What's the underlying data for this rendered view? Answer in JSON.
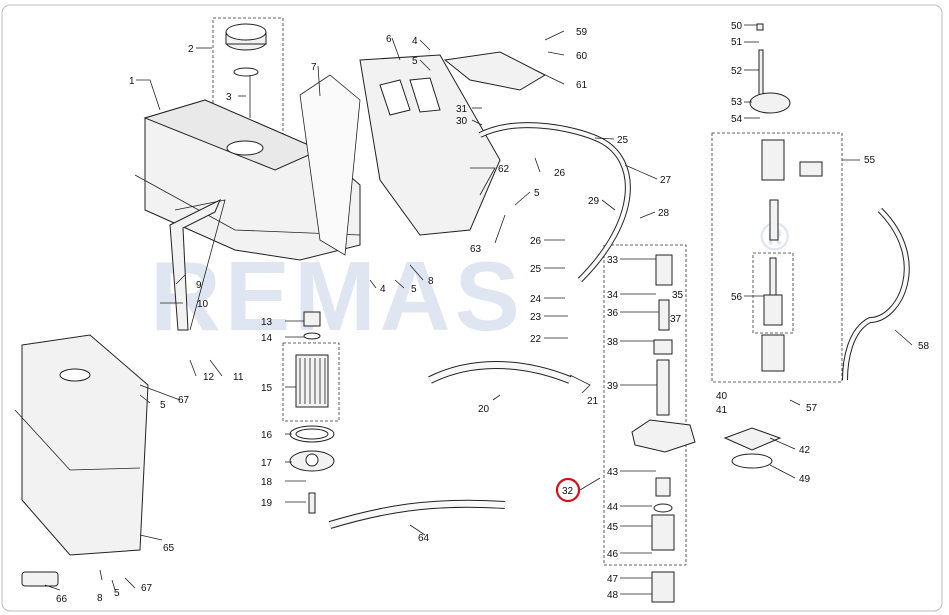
{
  "watermark": "REMAS",
  "watermark_mark": "®",
  "highlight_color": "#d0101a",
  "callouts": [
    "1",
    "2",
    "3",
    "4",
    "5",
    "6",
    "7",
    "8",
    "9",
    "10",
    "11",
    "12",
    "13",
    "14",
    "15",
    "16",
    "17",
    "18",
    "19",
    "20",
    "21",
    "22",
    "23",
    "24",
    "25",
    "26",
    "27",
    "28",
    "29",
    "30",
    "31",
    "32",
    "33",
    "34",
    "35",
    "36",
    "37",
    "38",
    "39",
    "40",
    "41",
    "42",
    "43",
    "44",
    "45",
    "46",
    "47",
    "48",
    "49",
    "50",
    "51",
    "52",
    "53",
    "54",
    "55",
    "56",
    "57",
    "58",
    "59",
    "60",
    "61",
    "62",
    "63",
    "64",
    "65",
    "66",
    "67"
  ],
  "highlighted_callout": "32"
}
